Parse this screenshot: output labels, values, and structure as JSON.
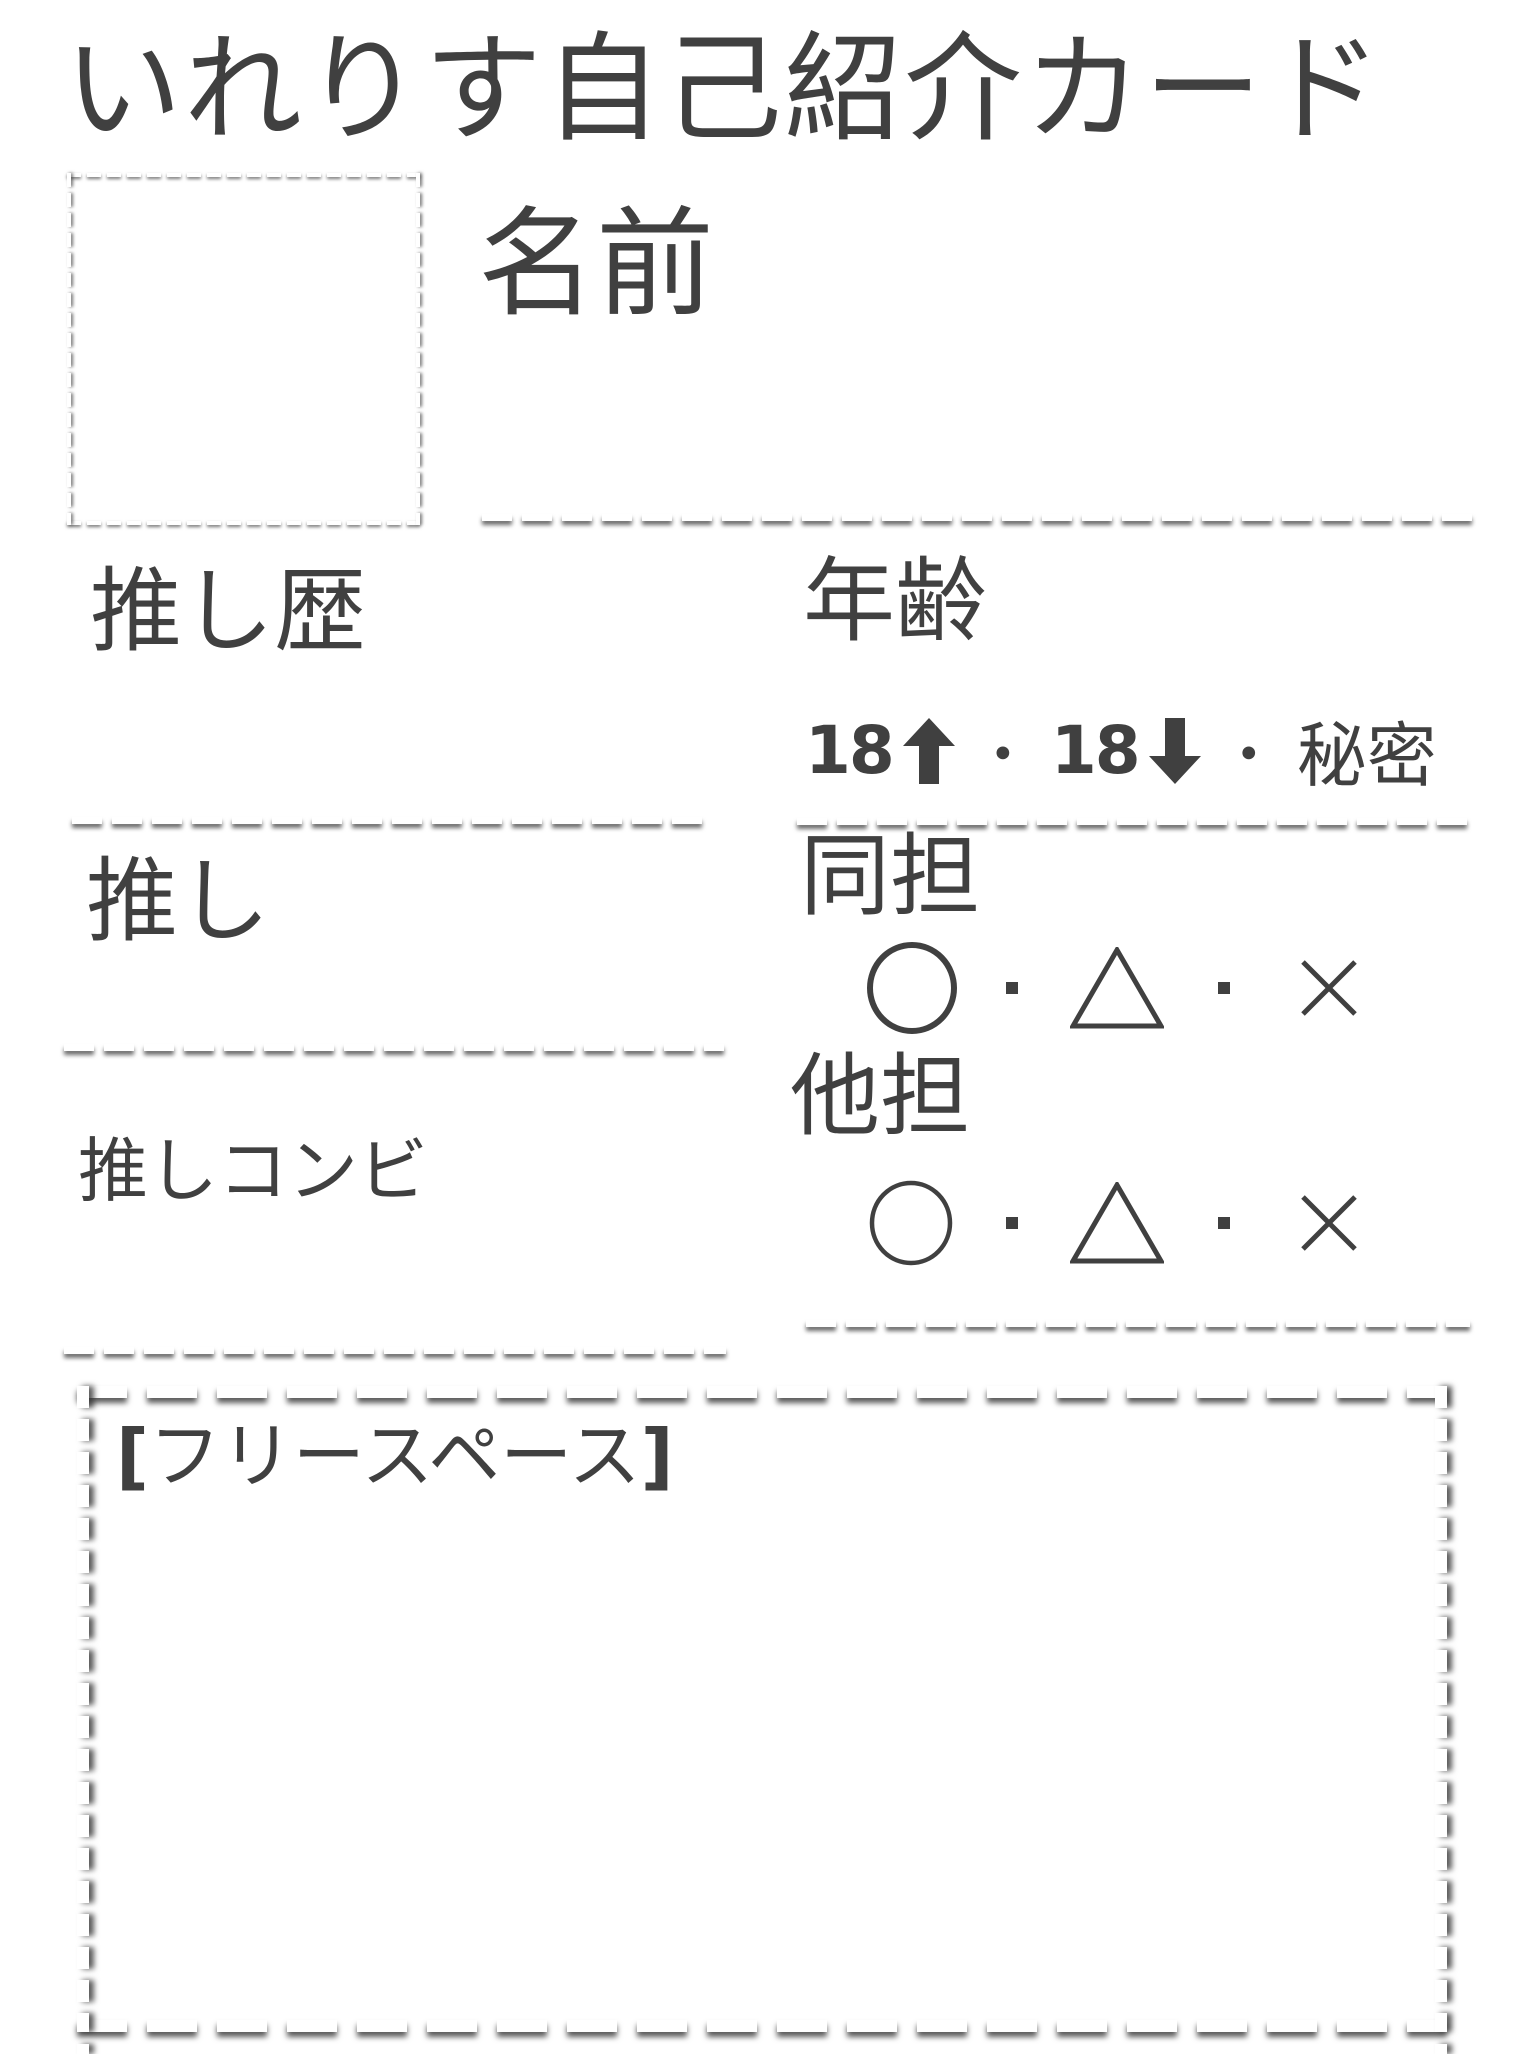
{
  "card": {
    "title": "いれりす自己紹介カード",
    "photo_box": {
      "label": ""
    },
    "name": {
      "label": "名前",
      "value": ""
    },
    "oshi_history": {
      "label": "推し歴",
      "value": ""
    },
    "oshi": {
      "label": "推し",
      "value": ""
    },
    "oshi_combi": {
      "label": "推しコンビ",
      "value": ""
    },
    "age": {
      "label": "年齢",
      "options": [
        {
          "text": "18",
          "icon": "arrow-up-icon"
        },
        {
          "text": "18",
          "icon": "arrow-down-icon"
        },
        {
          "text": "秘密"
        }
      ],
      "separator": "・"
    },
    "doutan": {
      "label": "同担",
      "options": [
        {
          "symbol": "〇",
          "icon": "circle-icon"
        },
        {
          "symbol": "△",
          "icon": "triangle-icon"
        },
        {
          "symbol": "×",
          "icon": "cross-icon"
        }
      ]
    },
    "tatan": {
      "label": "他担",
      "options": [
        {
          "symbol": "〇",
          "icon": "circle-icon"
        },
        {
          "symbol": "△",
          "icon": "triangle-icon"
        },
        {
          "symbol": "×",
          "icon": "cross-icon"
        }
      ]
    },
    "free_space": {
      "bracket_open": "[",
      "label": "フリースペース",
      "bracket_close": "]"
    }
  },
  "colors": {
    "text": "#404040",
    "background": "#ffffff",
    "dash": "#ffffff",
    "dash_shadow": "#3c3c3c"
  }
}
